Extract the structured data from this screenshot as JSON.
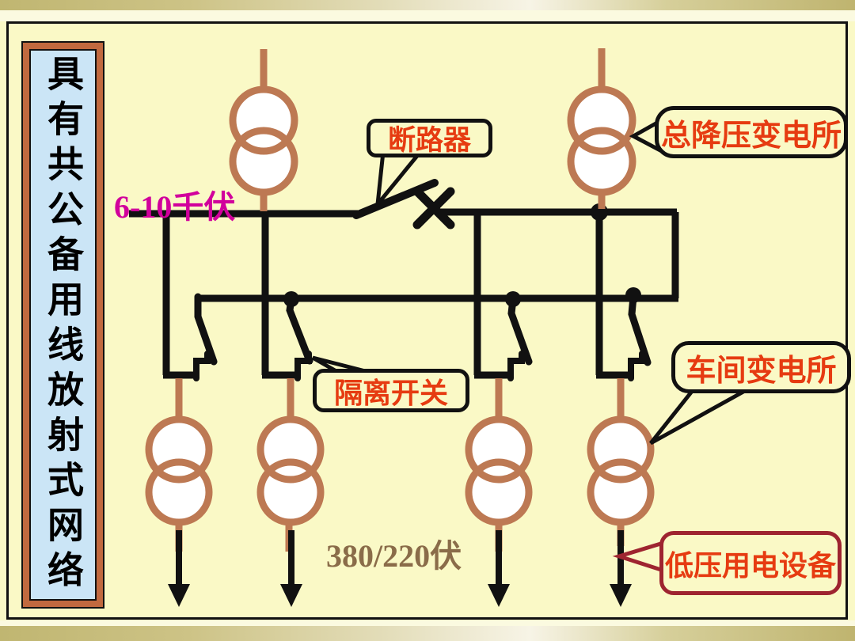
{
  "slide": {
    "title": "具有共公备用线放射式网络",
    "labels": {
      "voltage_primary": "6-10千伏",
      "voltage_secondary": "380/220伏",
      "breaker": "断路器",
      "isolator": "隔离开关",
      "main_substation": "总降压变电所",
      "workshop_substation": "车间变电所",
      "lv_equipment": "低压用电设备"
    },
    "icons": {
      "transformer": "two-overlapping-circles",
      "breaker": "open-switch-blade-with-x-cross",
      "isolator": "open-knife-switch-with-jaw-contact",
      "load": "downward-arrow",
      "junction": "filled-dot"
    },
    "colors": {
      "slide_bg": "#faf9c6",
      "frame_band_khaki": "#c0b671",
      "line_black": "#111111",
      "transformer_brown": "#bd7953",
      "magenta_text": "#d1009c",
      "red_label_text": "#e63b11",
      "brown_voltage_text": "#8a6c49",
      "dark_red_callout_border": "#9e2430",
      "title_box_fill": "#cbe5f6",
      "title_box_border_brown": "#c1693f"
    }
  }
}
